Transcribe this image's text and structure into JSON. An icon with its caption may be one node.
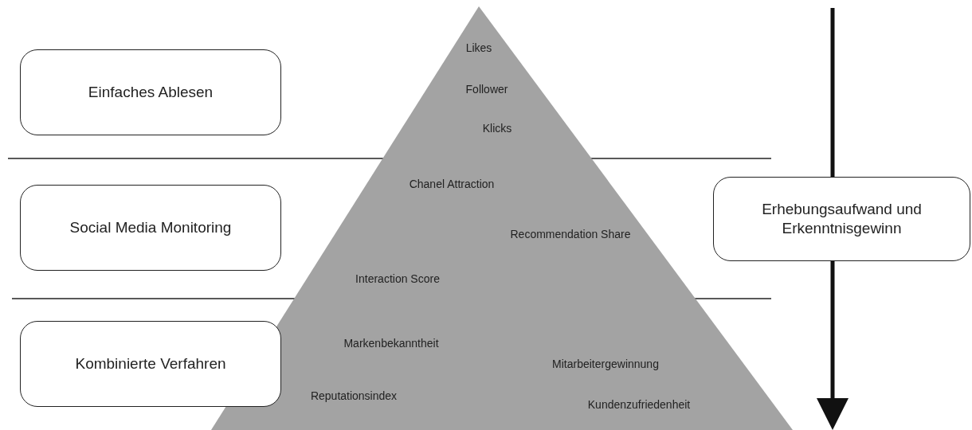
{
  "diagram": {
    "nodes": [
      {
        "text": [
          "Einfaches Ablesen"
        ]
      },
      {
        "text": [
          "Social Media Monitoring"
        ]
      },
      {
        "text": [
          "Kombinierte Verfahren"
        ]
      },
      {
        "text": [
          "Likes",
          "Follower",
          "Klicks",
          "Chanel Attraction",
          "Recommendation Share",
          "Interaction Score",
          "Markenbekanntheit",
          "Mitarbeitergewinnung",
          "Reputationsindex",
          "Kundenzufriedenheit"
        ]
      },
      {
        "text": [
          "Erhebungsaufwand und Erkenntnisgewinn"
        ]
      }
    ],
    "edges": []
  }
}
